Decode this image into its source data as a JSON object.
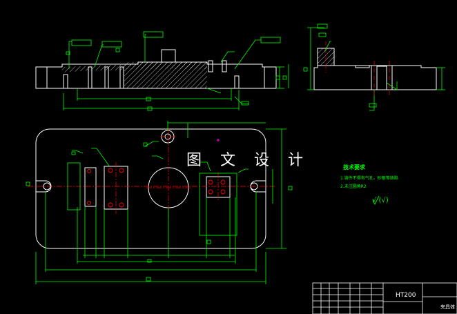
{
  "watermark": "图 文 设 计",
  "notes": {
    "title": "技术要求",
    "line1": "1.铸件不得有气孔、砂眼等缺陷",
    "line2": "2.未注圆角R2",
    "roughness": "√ (√)"
  },
  "title_block": {
    "material": "HT200",
    "part_name": "夹具体"
  },
  "colors": {
    "background": "#000000",
    "outline": "#ffffff",
    "dimension": "#00ff00",
    "centerline": "#ff0000",
    "hatch": "#ffffff",
    "marker": "#ff00ff"
  }
}
